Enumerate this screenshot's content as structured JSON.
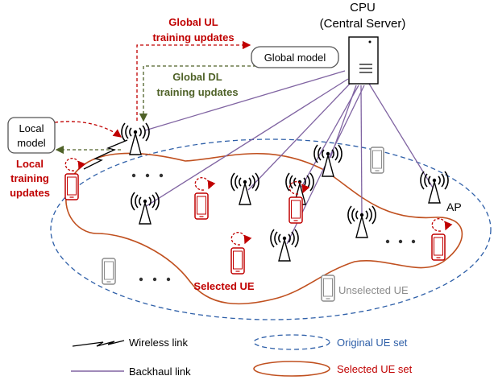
{
  "server": {
    "line1": "CPU",
    "line2": "(Central Server)"
  },
  "global_model": "Global model",
  "global_ul": {
    "line1": "Global UL",
    "line2": "training updates"
  },
  "global_dl": {
    "line1": "Global DL",
    "line2": "training updates"
  },
  "local_model": {
    "line1": "Local",
    "line2": "model"
  },
  "local_updates": {
    "line1": "Local",
    "line2": "training",
    "line3": "updates"
  },
  "ap_label": "AP",
  "selected_ue_label": "Selected UE",
  "unselected_ue_label": "Unselected UE",
  "legend": {
    "wireless": "Wireless link",
    "backhaul": "Backhaul link",
    "original": "Original UE set",
    "selected": "Selected UE set"
  },
  "colors": {
    "red": "#c00000",
    "green": "#4f6228",
    "purple": "#8064a2",
    "blue": "#2e5fa8",
    "orange": "#c0501f",
    "gray": "#8c8c8c"
  }
}
